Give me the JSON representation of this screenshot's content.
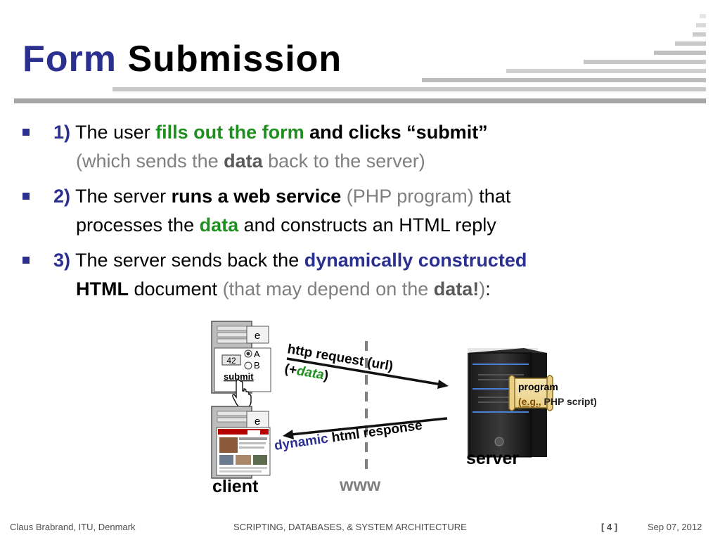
{
  "slide": {
    "title_word1": "Form",
    "title_word2": "Submission"
  },
  "bullets": [
    {
      "num": "1",
      "paren": ")",
      "t1": " The user ",
      "t2": "fills out the form",
      "t3": " and clicks “submit”",
      "l2_t1": "(which sends the ",
      "l2_t2": "data",
      "l2_t3": " back to the server)"
    },
    {
      "num": "2",
      "paren": ")",
      "t1": " The server ",
      "t2": "runs a web service",
      "t3": " (PHP program)",
      "t4": " that",
      "l2_t1": "processes the ",
      "l2_t2": "data",
      "l2_t3": " and constructs an HTML reply"
    },
    {
      "num": "3",
      "paren": ")",
      "t1": " The server sends back the ",
      "t2": "dynamically constructed",
      "l2_t1": "HTML",
      "l2_t2": " document ",
      "l2_t3": "(that may depend on the ",
      "l2_t4": "data!",
      "l2_t5": ")",
      "l2_t6": ":"
    }
  ],
  "diagram": {
    "form_tab": "e",
    "form_value": "42",
    "option_a": "A",
    "option_b": "B",
    "submit_label": "submit",
    "page_tab": "e",
    "request_label": "http request (url)",
    "request_open": "(+",
    "request_data": "data",
    "request_close": ")",
    "response_word1": "dynamic",
    "response_word2": " html response",
    "program_line1": "program",
    "program_line2a": "(e.g.,",
    "program_line2b": " PHP script)",
    "client_label": "client",
    "www_label": "www",
    "server_label": "server"
  },
  "footer": {
    "author": "Claus Brabrand, ITU, Denmark",
    "course": "SCRIPTING, DATABASES, & SYSTEM ARCHITECTURE",
    "page": "[ 4 ]",
    "date": "Sep  07, 2012"
  },
  "colors": {
    "title_blue": "#2b2f8f",
    "highlight_green": "#1f8f1f",
    "muted_gray": "#7f7f7f"
  }
}
